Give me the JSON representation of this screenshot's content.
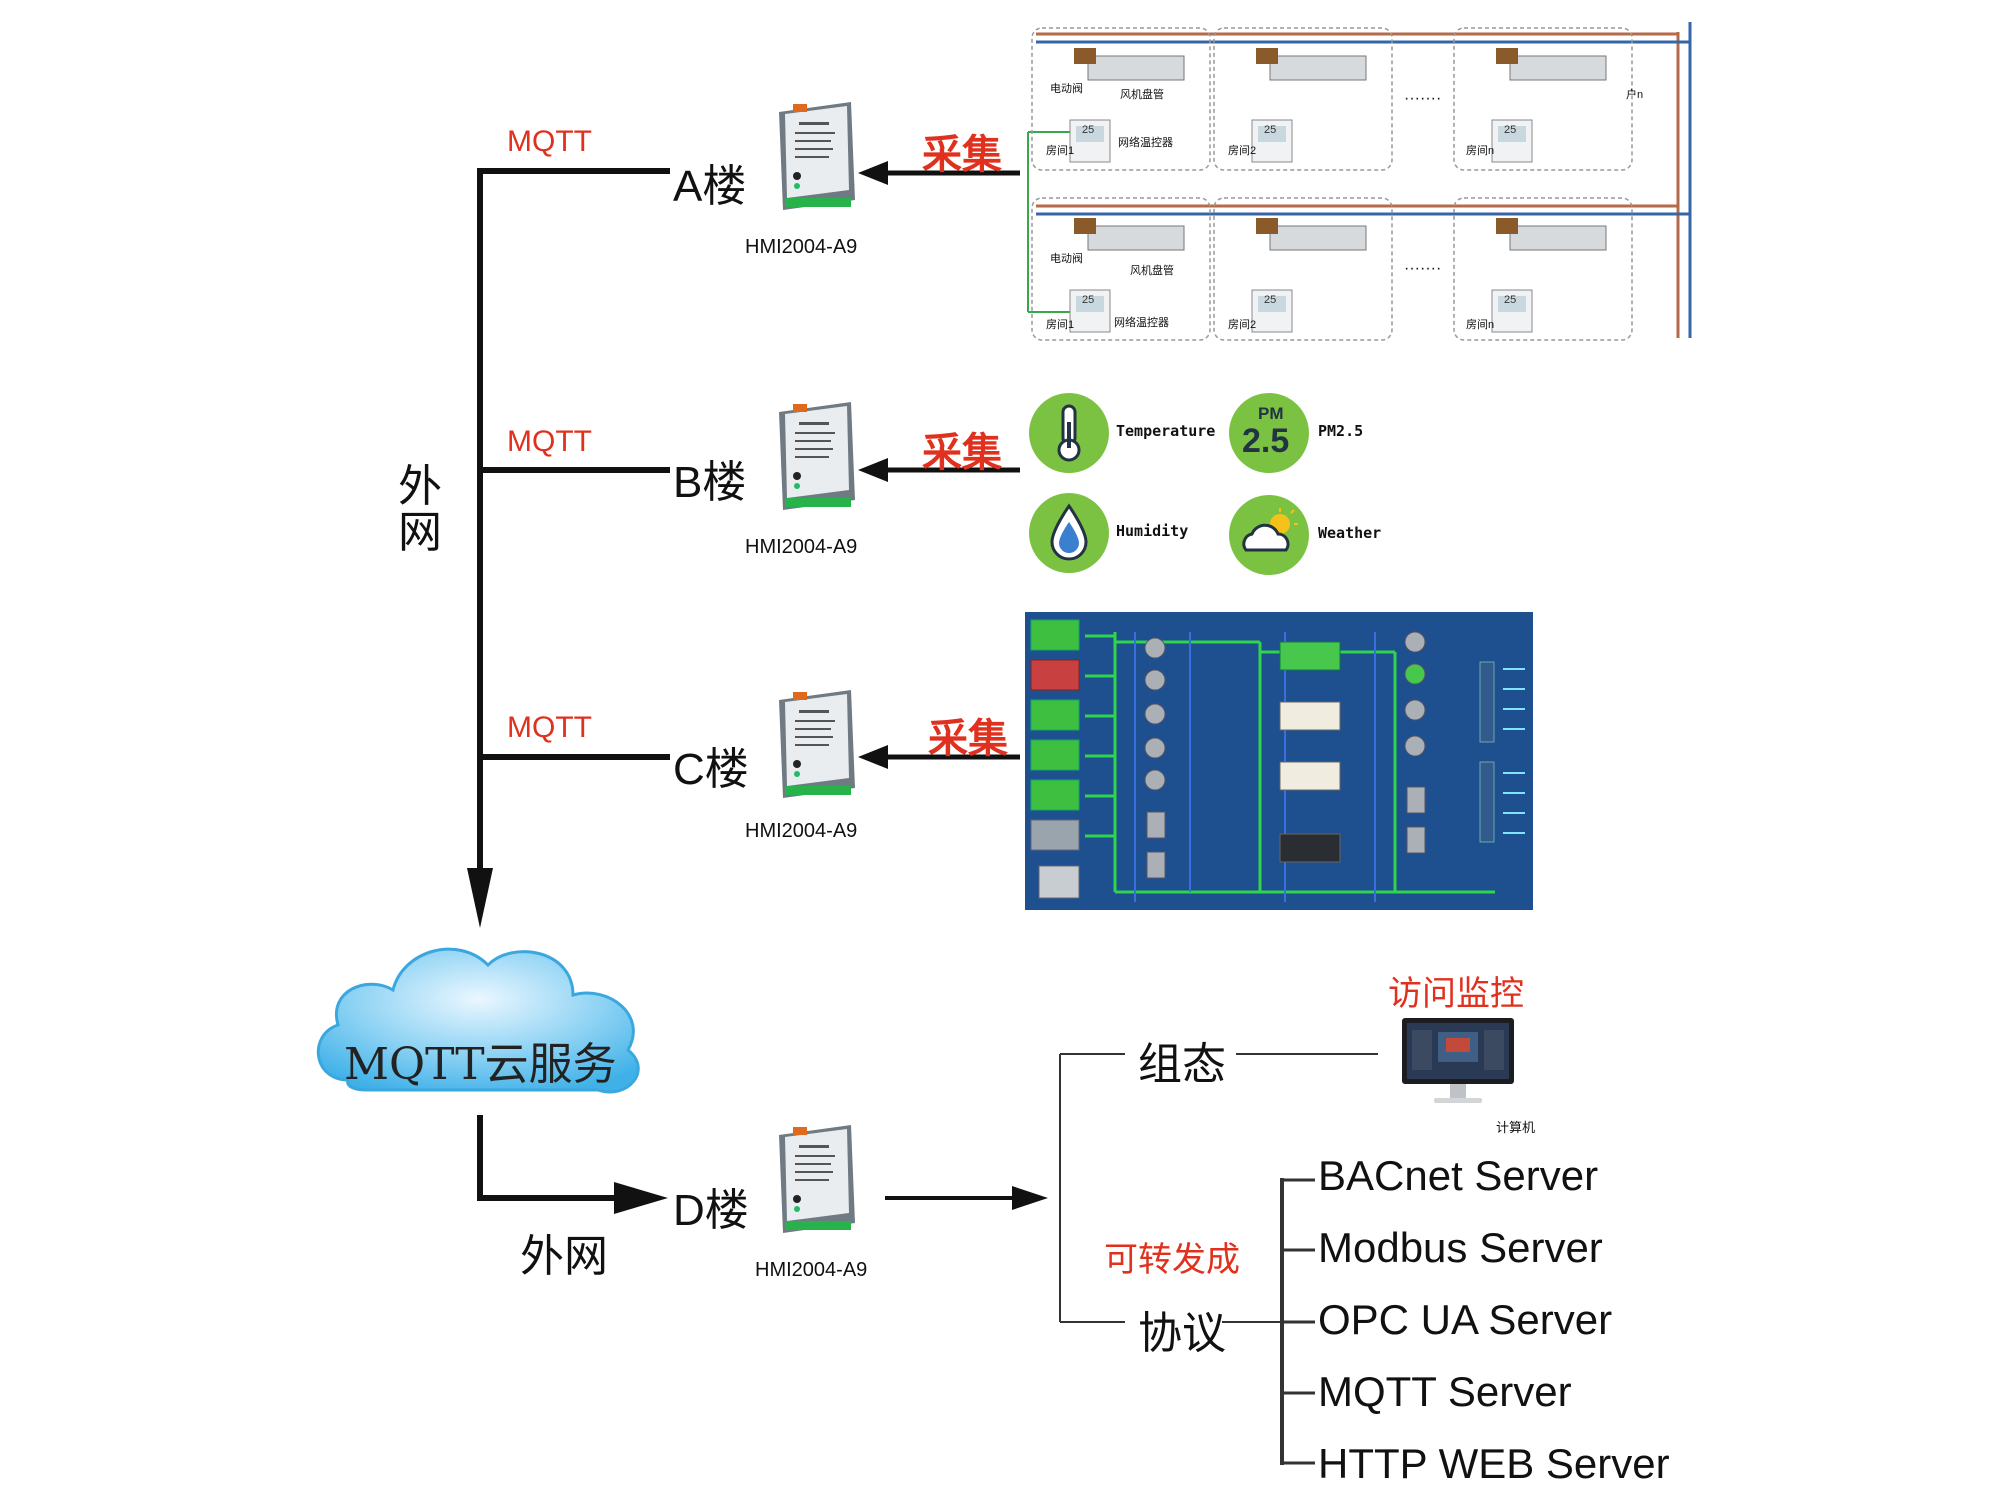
{
  "network_label_vertical": [
    "外",
    "网"
  ],
  "network_label_bottom": "外网",
  "mqtt_label": "MQTT",
  "collect_label": "采集",
  "gateway_model": "HMI2004-A9",
  "buildings": [
    {
      "name": "A楼"
    },
    {
      "name": "B楼"
    },
    {
      "name": "C楼"
    },
    {
      "name": "D楼"
    }
  ],
  "cloud_label": "MQTT云服务",
  "hvac_panel": {
    "valve_label": "电动阀",
    "fan_label": "风机盘管",
    "thermostat_label": "网络温控器",
    "thermostat_value": "25",
    "rooms": [
      "房间1",
      "房间2",
      "房间n"
    ],
    "ellipsis": "·······",
    "household": "户n"
  },
  "sensors": [
    {
      "label": "Temperature",
      "icon": "thermometer-icon"
    },
    {
      "label": "PM2.5",
      "icon": "pm25-icon",
      "glyph_top": "PM",
      "glyph_bottom": "2.5"
    },
    {
      "label": "Humidity",
      "icon": "water-drop-icon"
    },
    {
      "label": "Weather",
      "icon": "weather-icon"
    }
  ],
  "sensor_icon_color": "#7cc242",
  "output": {
    "config_label": "组态",
    "monitor_label": "访问监控",
    "computer_label": "计算机",
    "convertible_label": "可转发成",
    "protocol_label": "协议",
    "protocols": [
      "BACnet Server",
      "Modbus Server",
      "OPC UA Server",
      "MQTT Server",
      "HTTP WEB Server"
    ]
  },
  "colors": {
    "accent_red": "#e0301e",
    "scada_bg": "#1e4f8f",
    "pipe_green": "#2fd64b",
    "cloud_blue": "#3fb1e8"
  }
}
